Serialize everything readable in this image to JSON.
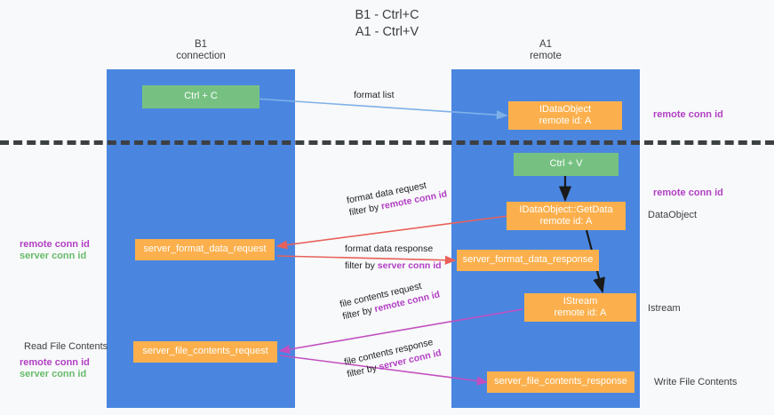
{
  "title": {
    "line1": "B1 - Ctrl+C",
    "line2": "A1 - Ctrl+V"
  },
  "lanes": [
    {
      "name": "B1",
      "role": "connection"
    },
    {
      "name": "A1",
      "role": "remote"
    }
  ],
  "boxes": {
    "ctrl_c": "Ctrl + C",
    "ctrl_v": "Ctrl + V",
    "idataobject_title": "IDataObject",
    "idataobject_sub": "remote id: A",
    "getdata_title": "IDataObject::GetData",
    "getdata_sub": "remote id: A",
    "istream_title": "IStream",
    "istream_sub": "remote id: A",
    "server_format_data_request": "server_format_data_request",
    "server_format_data_response": "server_format_data_response",
    "server_file_contents_request": "server_file_contents_request",
    "server_file_contents_response": "server_file_contents_response"
  },
  "edges": {
    "format_list": "format list",
    "format_data_request": "format data request",
    "format_data_request_filter_prefix": "filter by ",
    "format_data_request_filter_key": "remote conn id",
    "format_data_response": "format data response",
    "format_data_response_filter_prefix": "filter by ",
    "format_data_response_filter_key": "server conn id",
    "file_contents_request": "file contents request",
    "file_contents_request_filter_prefix": "filter by ",
    "file_contents_request_filter_key": "remote conn id",
    "file_contents_response": "file contents response",
    "file_contents_response_filter_prefix": "filter by ",
    "file_contents_response_filter_key": "server conn id"
  },
  "right_labels": {
    "remote_conn_id_top": "remote conn id",
    "remote_conn_id_mid": "remote conn id",
    "dataobject": "DataObject",
    "istream": "Istream",
    "write_file_contents": "Write File Contents"
  },
  "left_labels": {
    "remote_conn_id": "remote conn id",
    "server_conn_id": "server conn id",
    "read_file_contents": "Read File Contents",
    "remote_conn_id_2": "remote conn id",
    "server_conn_id_2": "server conn id"
  },
  "colors": {
    "lane": "#4a86e0",
    "green_box": "#76c182",
    "orange_box": "#fbb04d",
    "pink_text": "#b13fc4",
    "green_text": "#66bb6a",
    "arrow_blue": "#7fb1e8",
    "arrow_red": "#e8615a",
    "arrow_magenta": "#c34fc0",
    "arrow_black": "#1a1a1a",
    "background": "#f8f9fa"
  }
}
